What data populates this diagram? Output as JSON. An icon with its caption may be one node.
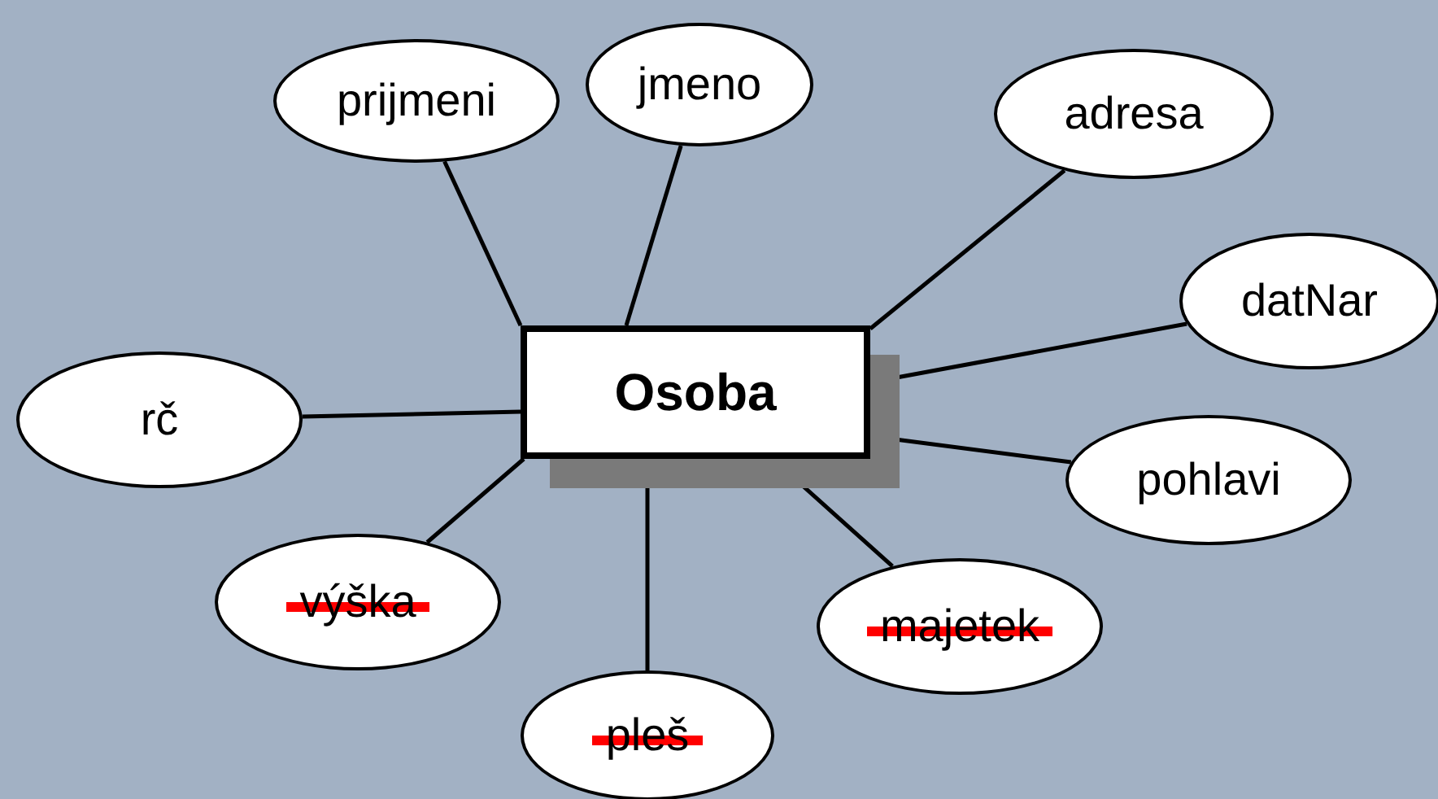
{
  "diagram": {
    "nodes": [
      {
        "text": [
          "Osoba"
        ]
      },
      {
        "text": [
          "prijmeni"
        ]
      },
      {
        "text": [
          "jmeno"
        ]
      },
      {
        "text": [
          "adresa"
        ]
      },
      {
        "text": [
          "datNar"
        ]
      },
      {
        "text": [
          "rč"
        ]
      },
      {
        "text": [
          "pohlavi"
        ]
      },
      {
        "text": [
          "výška"
        ]
      },
      {
        "text": [
          "majetek"
        ]
      },
      {
        "text": [
          "pleš"
        ]
      }
    ],
    "edges": [
      {
        "from": 0,
        "to": 1,
        "arrow": "none"
      },
      {
        "from": 0,
        "to": 2,
        "arrow": "none"
      },
      {
        "from": 0,
        "to": 3,
        "arrow": "none"
      },
      {
        "from": 0,
        "to": 4,
        "arrow": "none"
      },
      {
        "from": 0,
        "to": 5,
        "arrow": "none"
      },
      {
        "from": 0,
        "to": 6,
        "arrow": "none"
      },
      {
        "from": 0,
        "to": 7,
        "arrow": "none"
      },
      {
        "from": 0,
        "to": 8,
        "arrow": "none"
      },
      {
        "from": 0,
        "to": 9,
        "arrow": "none"
      }
    ]
  }
}
